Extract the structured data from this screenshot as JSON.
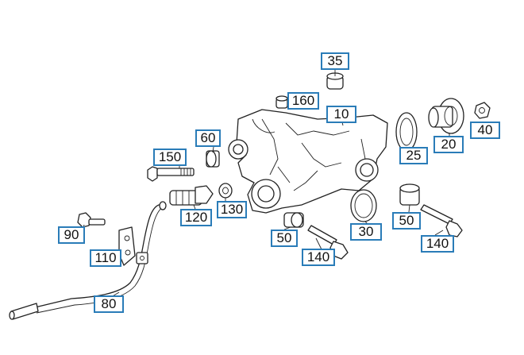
{
  "callouts": {
    "c35": "35",
    "c160": "160",
    "c10": "10",
    "c60": "60",
    "c25": "25",
    "c20": "20",
    "c40": "40",
    "c150": "150",
    "c120": "120",
    "c130": "130",
    "c30": "30",
    "c50a": "50",
    "c50b": "50",
    "c140a": "140",
    "c140b": "140",
    "c90": "90",
    "c110": "110",
    "c80": "80"
  },
  "colors": {
    "callout_border": "#2a7cb8",
    "line": "#222222"
  }
}
